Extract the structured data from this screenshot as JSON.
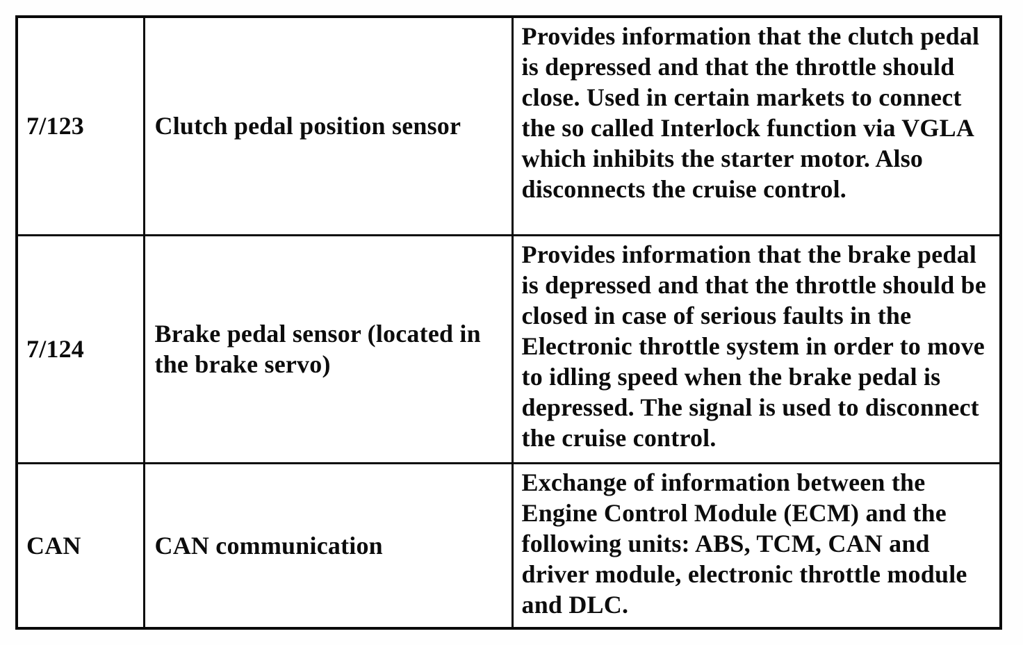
{
  "document": {
    "kind": "scanned-table",
    "colors": {
      "background": "#ffffff",
      "border": "#0a0a0a",
      "text": "#0c0c0c"
    },
    "table": {
      "columns": [
        "component-id",
        "component-name",
        "component-description"
      ],
      "rows": [
        {
          "id": "7/123",
          "name": "Clutch pedal position sensor",
          "description": "Provides information that the clutch pedal is depressed and that the throttle should close. Used in certain markets to connect the so called Interlock function via VGLA which inhibits the starter motor. Also disconnects the cruise control."
        },
        {
          "id": "7/124",
          "name": "Brake pedal sensor (located in the brake servo)",
          "description": "Provides information that the brake pedal is depressed and that the throttle should be closed in case of serious faults in the Electronic throttle system in order to move to idling speed when the brake pedal is depressed. The signal is used to disconnect the cruise control."
        },
        {
          "id": "CAN",
          "name": "CAN communication",
          "description": "Exchange of information between the Engine Control Module (ECM) and the following units: ABS, TCM, CAN and driver module, electronic throttle module and DLC."
        }
      ]
    }
  }
}
